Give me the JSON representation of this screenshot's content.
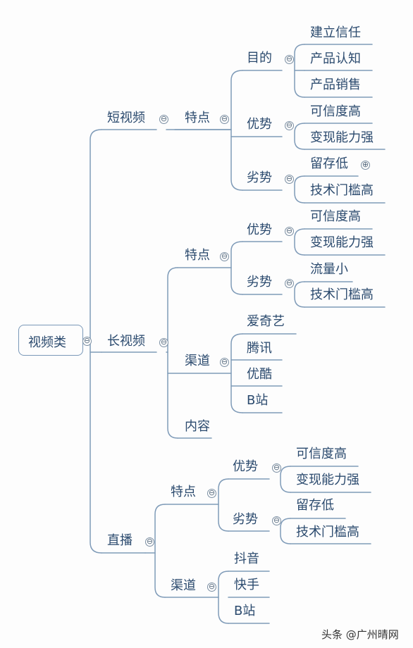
{
  "root": "视频类",
  "short_video": {
    "label": "短视频",
    "features": "特点",
    "purpose": "目的",
    "purpose_items": [
      "建立信任",
      "产品认知",
      "产品销售"
    ],
    "advantage": "优势",
    "advantage_items": [
      "可信度高",
      "变现能力强"
    ],
    "disadvantage": "劣势",
    "disadvantage_items": [
      "留存低",
      "技术门槛高"
    ]
  },
  "long_video": {
    "label": "长视频",
    "features": "特点",
    "advantage": "优势",
    "advantage_items": [
      "可信度高",
      "变现能力强"
    ],
    "disadvantage": "劣势",
    "disadvantage_items": [
      "流量小",
      "技术门槛高"
    ],
    "channels": "渠道",
    "channel_items": [
      "爱奇艺",
      "腾讯",
      "优酷",
      "B站"
    ],
    "content": "内容"
  },
  "live": {
    "label": "直播",
    "features": "特点",
    "advantage": "优势",
    "advantage_items": [
      "可信度高",
      "变现能力强"
    ],
    "disadvantage": "劣势",
    "disadvantage_items": [
      "留存低",
      "技术门槛高"
    ],
    "channels": "渠道",
    "channel_items": [
      "抖音",
      "快手",
      "B站"
    ]
  },
  "symbols": {
    "collapse": "⊖",
    "expand": "⊕"
  },
  "watermark": "头条 @广州晴网",
  "colors": {
    "line": "#7f9bb8",
    "text": "#2b4a6e"
  }
}
